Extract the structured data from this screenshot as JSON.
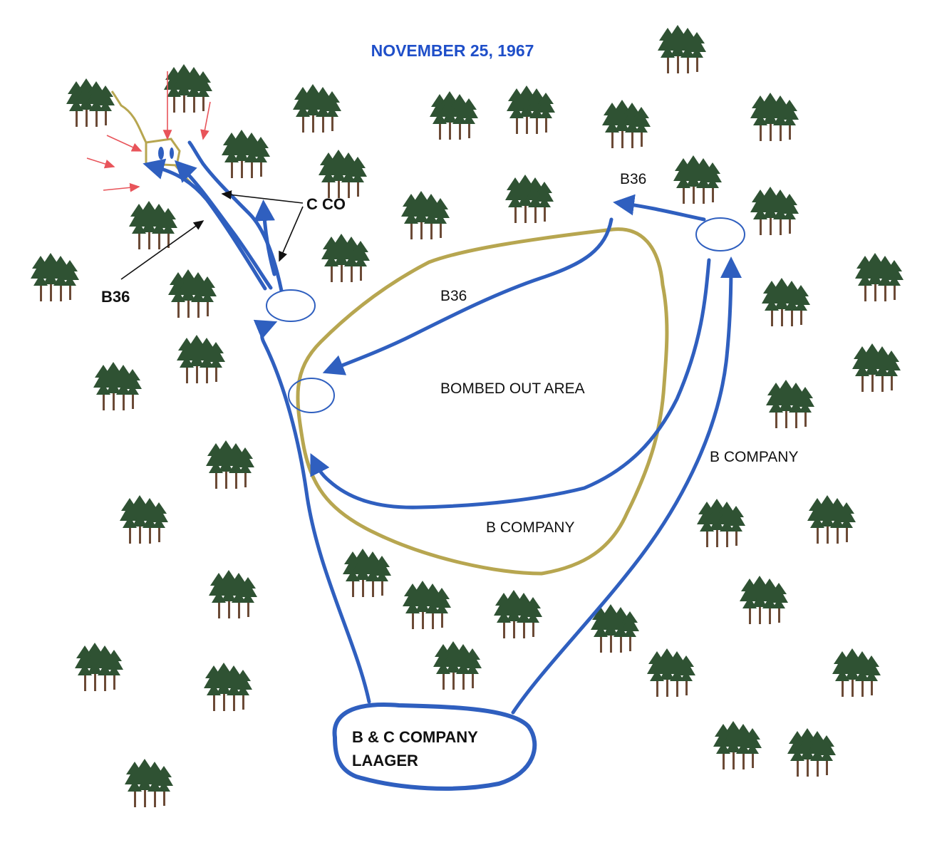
{
  "title": "NOVEMBER 25, 1967",
  "labels": {
    "c_co": "C CO",
    "b36_left": "B36",
    "b36_center": "B36",
    "b36_right": "B36",
    "bombed_out_area": "BOMBED OUT AREA",
    "b_company_inner": "B COMPANY",
    "b_company_right": "B COMPANY",
    "laager_line1": "B & C COMPANY",
    "laager_line2": "LAAGER"
  },
  "colors": {
    "route": "#2f5fbf",
    "area_outline": "#b7a650",
    "threat_arrow": "#e8545a",
    "pointer_arrow": "#111111",
    "tree_foliage": "#2f5233",
    "tree_trunk": "#6b4a36",
    "title": "#1f4fc9"
  },
  "icons": {
    "tree": "pine-tree-cluster-icon"
  }
}
